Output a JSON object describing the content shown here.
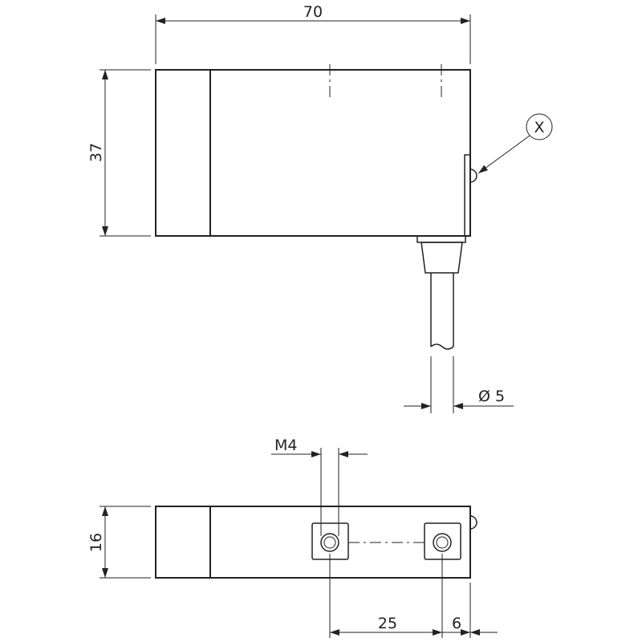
{
  "top_view": {
    "width_label": "70",
    "height_label": "37",
    "cable_diameter_label": "Ø 5",
    "detail_marker_label": "X"
  },
  "bottom_view": {
    "thread_label": "M4",
    "height_label": "16",
    "hole_spacing_label": "25",
    "edge_offset_label": "6"
  }
}
